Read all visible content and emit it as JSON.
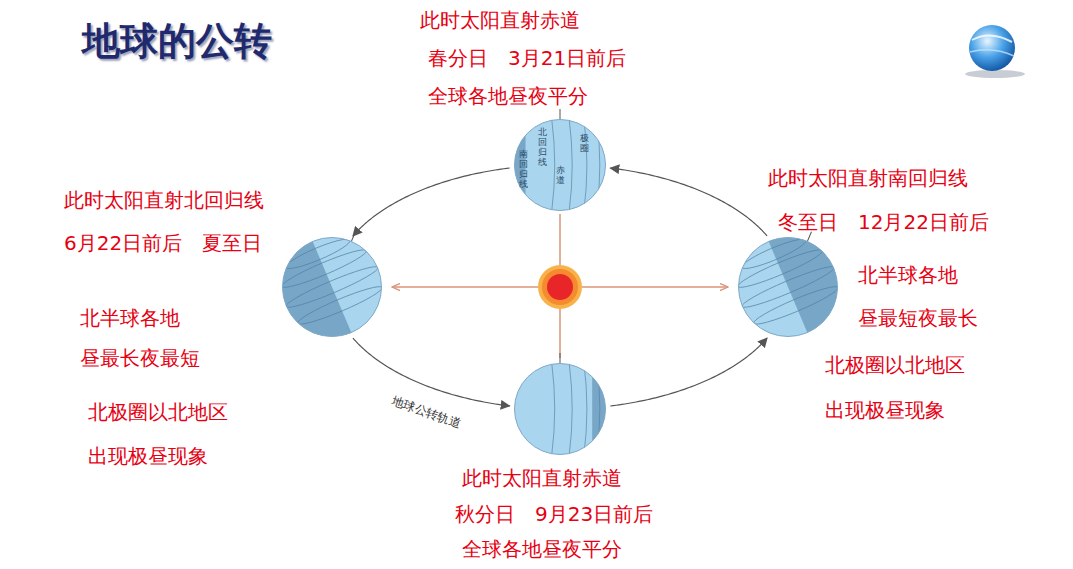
{
  "diagram": {
    "title": "地球的公转",
    "nodes": [
      {
        "text": [
          "此时太阳直射赤道",
          "春分日　3月21日前后",
          "全球各地昼夜平分"
        ]
      },
      {
        "text": [
          "此时太阳直射北回归线",
          "6月22日前后　夏至日",
          "北半球各地",
          "昼最长夜最短",
          "北极圈以北地区",
          "出现极昼现象"
        ]
      },
      {
        "text": [
          "此时太阳直射南回归线",
          "冬至日　12月22日前后",
          "北半球各地",
          "昼最短夜最长",
          "北极圈以北地区",
          "出现极昼现象"
        ]
      },
      {
        "text": [
          "此时太阳直射赤道",
          "秋分日　9月23日前后",
          "全球各地昼夜平分"
        ]
      }
    ],
    "edges": [
      {
        "from": 0,
        "to": 1,
        "arrow": "to"
      },
      {
        "from": 1,
        "to": 3,
        "label": "地球公转轨道",
        "arrow": "to"
      },
      {
        "from": 3,
        "to": 2,
        "arrow": "to"
      },
      {
        "from": 2,
        "to": 0,
        "arrow": "to"
      }
    ],
    "labels": [
      "极圈",
      "北回归线",
      "赤道",
      "南回归线"
    ]
  }
}
